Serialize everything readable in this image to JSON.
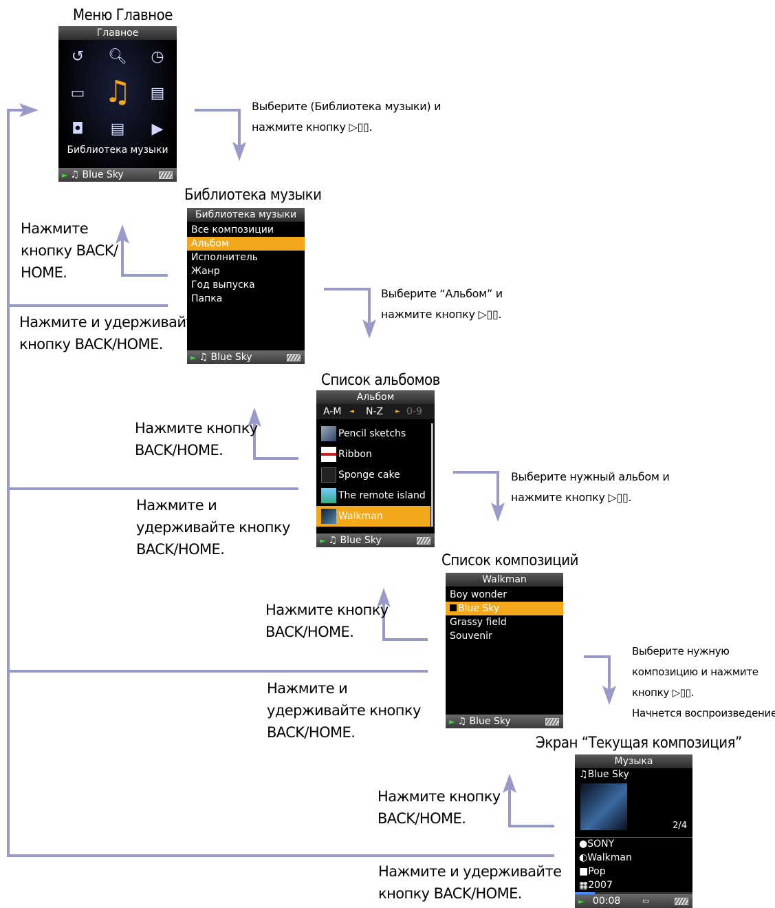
{
  "captions": {
    "main": "Меню Главное",
    "library": "Библиотека музыки",
    "albums": "Список альбомов",
    "songs": "Список композиций",
    "now_playing": "Экран “Текущая композиция”"
  },
  "notes": {
    "n1": {
      "l1": "Выберите (Библиотека музыки) и",
      "l2": "нажмите кнопку"
    },
    "n2": {
      "l1": "Выберите “Альбом” и",
      "l2": "нажмите кнопку"
    },
    "n3": {
      "l1": "Выберите нужный альбом и",
      "l2": "нажмите кнопку"
    },
    "n4": {
      "l1": "Выберите нужную",
      "l2": "композицию и нажмите",
      "l3": "кнопку",
      "l4": "Начнется воспроизведение."
    },
    "play_symbol": "▷▯▯",
    "period": "."
  },
  "back_notes": {
    "b1": [
      "Нажмите",
      "кнопку BACK/",
      "HOME."
    ],
    "h1": [
      "Нажмите и удерживайте",
      "кнопку BACK/HOME."
    ],
    "b2": [
      "Нажмите кнопку",
      "BACK/HOME."
    ],
    "h2": [
      "Нажмите и",
      "удерживайте кнопку",
      "BACK/HOME."
    ],
    "b3": [
      "Нажмите кнопку",
      "BACK/HOME."
    ],
    "h3": [
      "Нажмите и",
      "удерживайте кнопку",
      "BACK/HOME."
    ],
    "b4": [
      "Нажмите кнопку",
      "BACK/HOME."
    ],
    "h4": [
      "Нажмите и удерживайте",
      "кнопку BACK/HOME."
    ]
  },
  "status_track": "Blue Sky",
  "screen_main": {
    "title": "Главное",
    "icons": [
      "rewind-icon",
      "search-icon",
      "clock-icon",
      "photo-icon",
      "music-icon",
      "video-icon",
      "toolbox-icon",
      "document-icon",
      "podcast-icon"
    ],
    "label": "Библиотека музыки"
  },
  "screen_library": {
    "title": "Библиотека музыки",
    "items": [
      "Все композиции",
      "Альбом",
      "Исполнитель",
      "Жанр",
      "Год выпуска",
      "Папка"
    ],
    "selected_index": 1
  },
  "screen_albums": {
    "title": "Альбом",
    "index": [
      "A-M",
      "N-Z",
      "0-9"
    ],
    "items": [
      "Pencil sketchs",
      "Ribbon",
      "Sponge cake",
      "The remote island",
      "Walkman"
    ],
    "selected_index": 4
  },
  "screen_songs": {
    "title": "Walkman",
    "items": [
      "Boy wonder",
      "Blue Sky",
      "Grassy field",
      "Souvenir"
    ],
    "selected_index": 1
  },
  "screen_now": {
    "title": "Музыка",
    "track": "Blue Sky",
    "position": "2/4",
    "artist": "SONY",
    "album": "Walkman",
    "genre": "Pop",
    "year": "2007",
    "time": "00:08",
    "progress": 0.17
  },
  "colors": {
    "arrow": "#9a9ac8",
    "highlight": "#f2a81a"
  }
}
